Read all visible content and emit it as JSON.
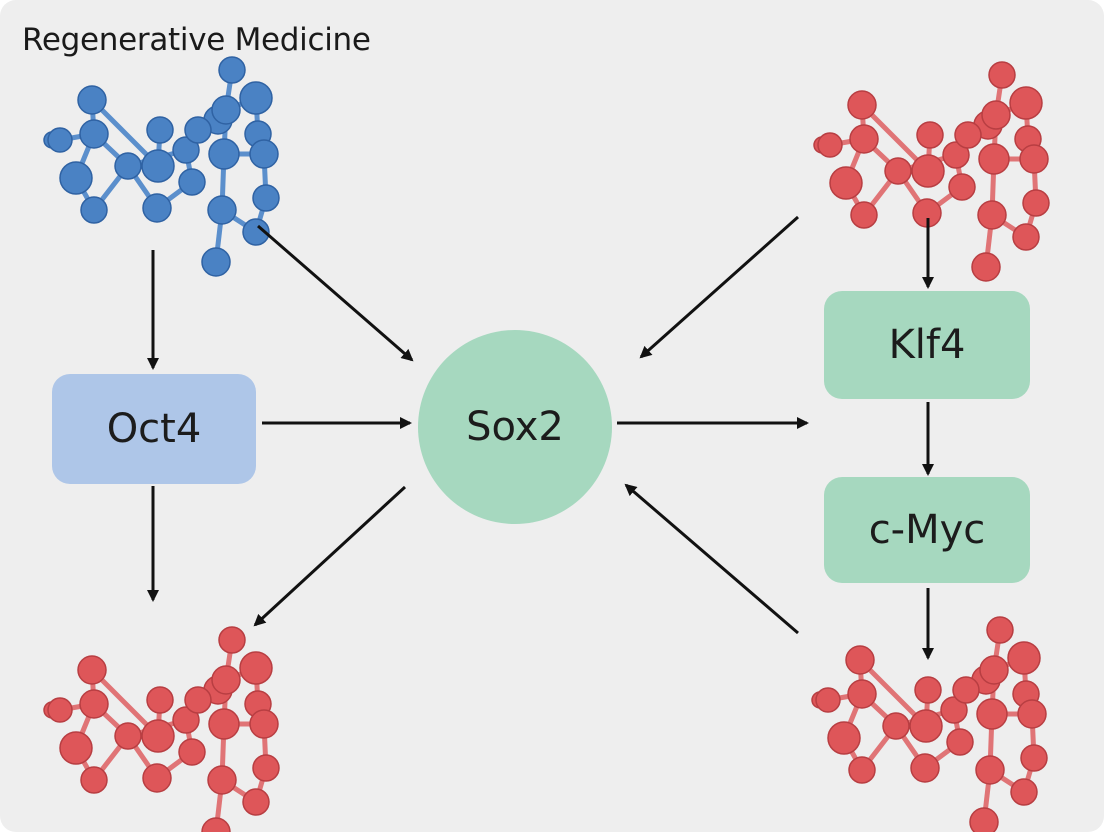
{
  "title": "Regenerative Medicine",
  "nodes": {
    "oct4": "Oct4",
    "sox2": "Sox2",
    "klf4": "Klf4",
    "cmyc": "c-Myc"
  },
  "colors": {
    "molecule_blue": "#4a82c4",
    "molecule_red": "#de5659",
    "oct4_fill": "#aec6e8",
    "green_fill": "#a6d8bf",
    "arrow": "#111111",
    "background": "#eeeeee"
  },
  "molecules": [
    {
      "id": "molecule-top-left",
      "color": "blue"
    },
    {
      "id": "molecule-top-right",
      "color": "red"
    },
    {
      "id": "molecule-bottom-left",
      "color": "red"
    },
    {
      "id": "molecule-bottom-right",
      "color": "red"
    }
  ]
}
